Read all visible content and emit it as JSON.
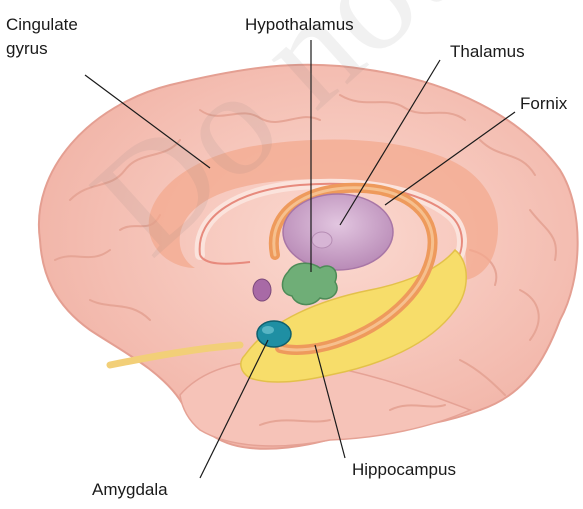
{
  "labels": {
    "cingulate_gyrus_line1": "Cingulate",
    "cingulate_gyrus_line2": "gyrus",
    "hypothalamus": "Hypothalamus",
    "thalamus": "Thalamus",
    "fornix": "Fornix",
    "hippocampus": "Hippocampus",
    "amygdala": "Amygdala"
  },
  "watermark": "Do not copy",
  "colors": {
    "cortex": "#f7c6bc",
    "cortex_fold": "#e8a79a",
    "cingulate": "#f4a88a",
    "thalamus": "#c9a3c8",
    "hypothalamus": "#6fae77",
    "fornix": "#ee9a5c",
    "hippocampus": "#f7dd6a",
    "amygdala": "#1f8fa3",
    "pineal": "#a86aa6"
  }
}
